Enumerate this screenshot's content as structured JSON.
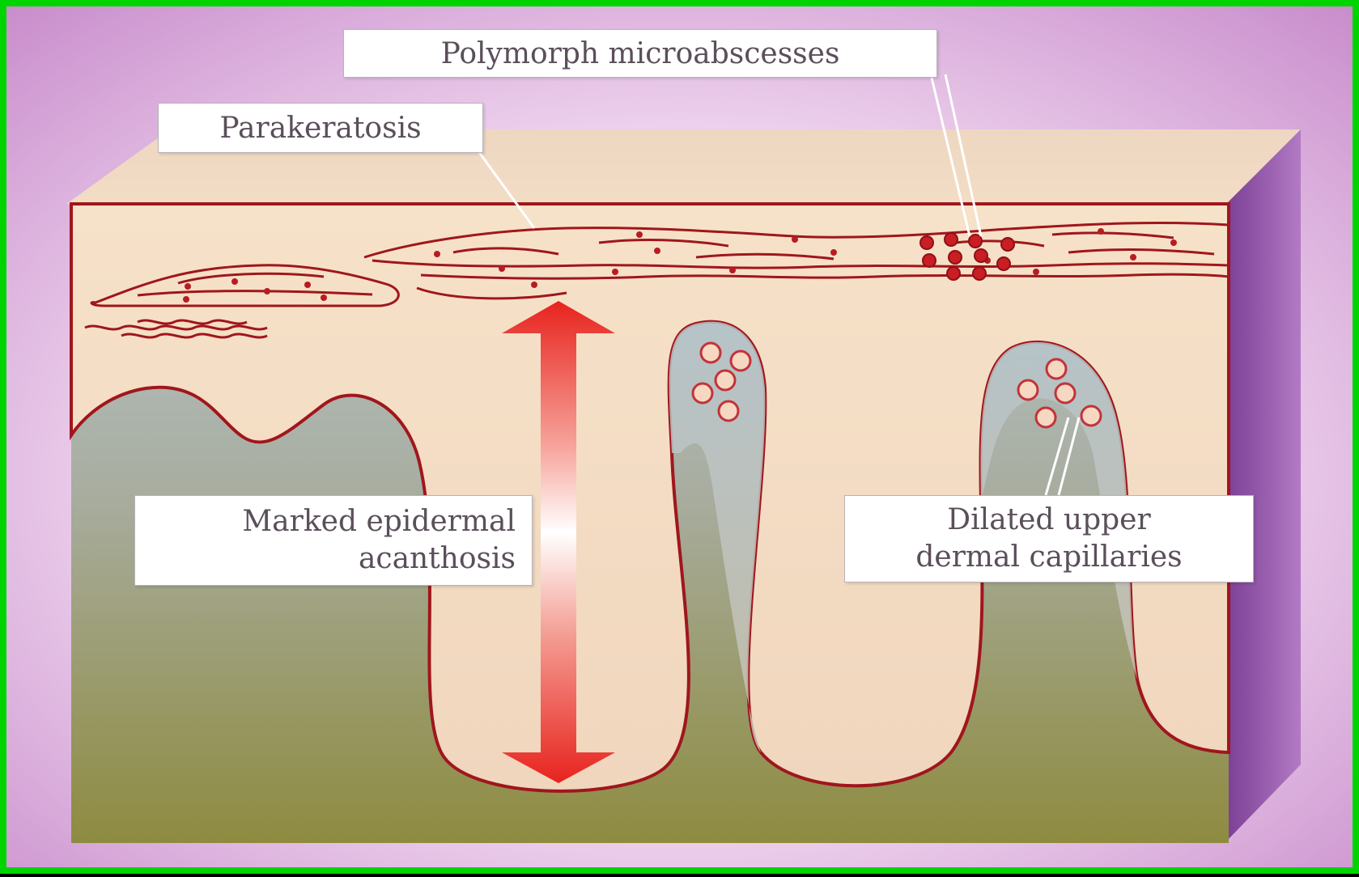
{
  "labels": {
    "polymorph": "Polymorph microabscesses",
    "parakeratosis": "Parakeratosis",
    "acanthosis_line1": "Marked epidermal",
    "acanthosis_line2": "acanthosis",
    "capillaries_line1": "Dilated upper",
    "capillaries_line2": "dermal capillaries"
  },
  "colors": {
    "frame": "#00d400",
    "background_purple": "#c98fcb",
    "epidermis": "#f3dcc2",
    "dermis_top": "#b7c3c7",
    "dermis_bottom": "#8f8e45",
    "outline_red": "#a0161c",
    "arrow_red": "#e8231e",
    "side_face": "#8c4ca3"
  }
}
